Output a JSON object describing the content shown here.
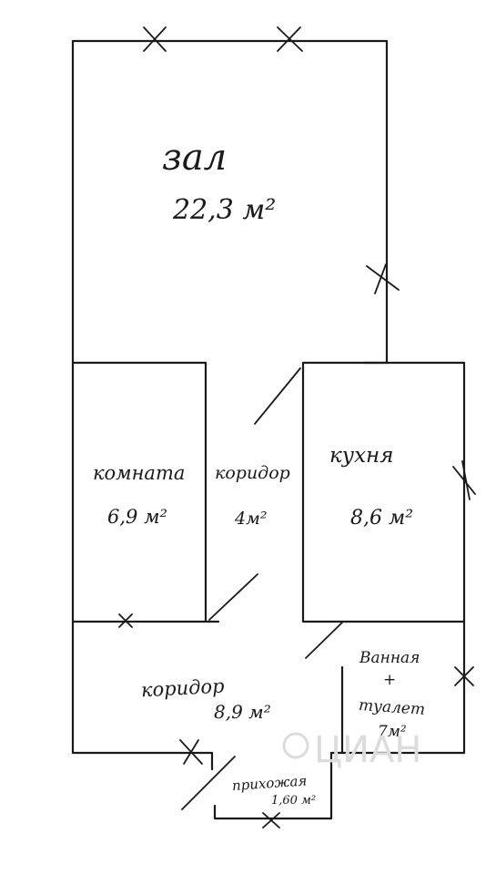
{
  "rooms": {
    "zal": {
      "name": "зал",
      "area": "22,3 м²"
    },
    "komnata": {
      "name": "комната",
      "area": "6,9 м²"
    },
    "koridor_center": {
      "name": "коридор",
      "area": "4м²"
    },
    "kuhnya": {
      "name": "кухня",
      "area": "8,6 м²"
    },
    "koridor_bottom": {
      "name": "коридор",
      "area": "8,9 м²"
    },
    "vannaya": {
      "line1": "Ванная",
      "line2": "+",
      "line3": "туалет",
      "area": "7м²"
    },
    "prihozhaya": {
      "name": "прихожая",
      "area": "1,60 м²"
    }
  },
  "watermark": {
    "text": "ЦИАН"
  }
}
